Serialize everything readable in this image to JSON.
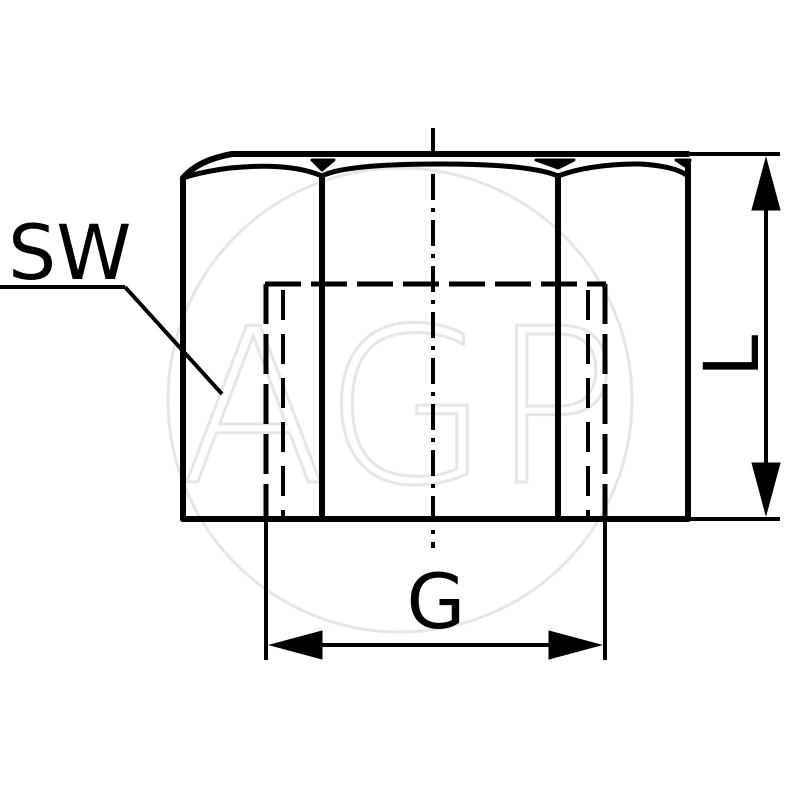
{
  "labels": {
    "sw": "SW",
    "l": "L",
    "g": "G"
  },
  "watermark": {
    "text": "AGP",
    "color": "#e6e6e6"
  },
  "colors": {
    "line": "#000000",
    "background": "#ffffff"
  }
}
